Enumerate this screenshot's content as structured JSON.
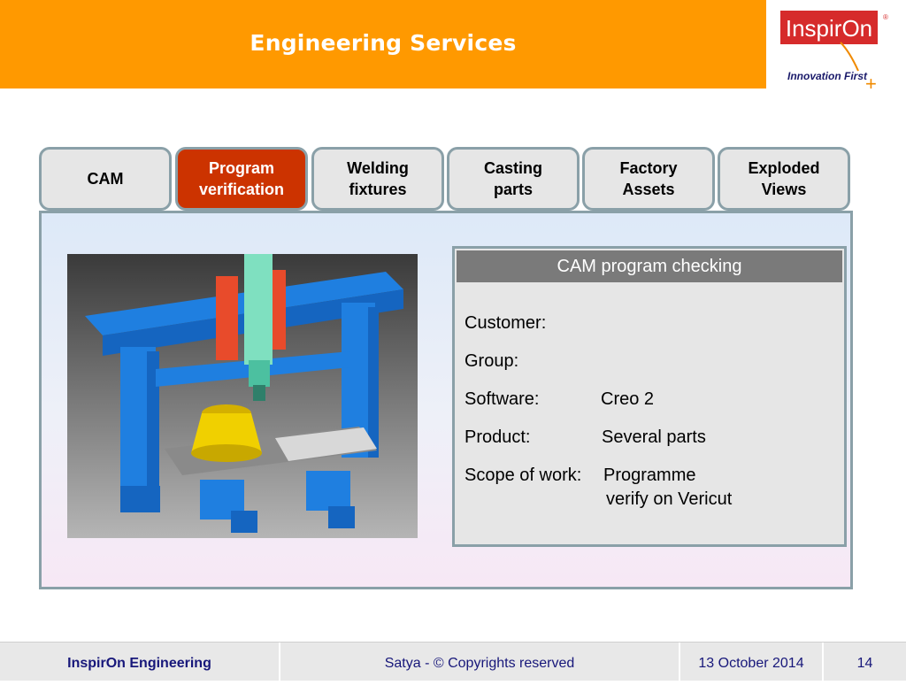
{
  "header": {
    "title": "Engineering Services"
  },
  "logo": {
    "brand": "InspirOn",
    "tagline": "Innovation First"
  },
  "tabs": [
    {
      "label": "CAM"
    },
    {
      "label": "Program\nverification"
    },
    {
      "label": "Welding\nfixtures"
    },
    {
      "label": "Casting\nparts"
    },
    {
      "label": "Factory\nAssets"
    },
    {
      "label": "Exploded\nViews"
    }
  ],
  "info": {
    "title": "CAM program checking",
    "rows": [
      {
        "label": "Customer:",
        "value": ""
      },
      {
        "label": "Group:",
        "value": ""
      },
      {
        "label": "Software:",
        "value": "Creo 2"
      },
      {
        "label": "Product:",
        "value": "Several parts"
      },
      {
        "label": "Scope of work:",
        "value": "Programme",
        "value2": "verify on Vericut"
      }
    ]
  },
  "footer": {
    "company": "InspirOn Engineering",
    "copyright": "Satya - © Copyrights reserved",
    "date": "13 October 2014",
    "page": "14"
  },
  "colors": {
    "accent_orange": "#ff9900",
    "active_tab": "#cc3300",
    "tab_bg": "#e6e6e6",
    "info_header": "#7a7a7a",
    "footer_text": "#17177a"
  }
}
